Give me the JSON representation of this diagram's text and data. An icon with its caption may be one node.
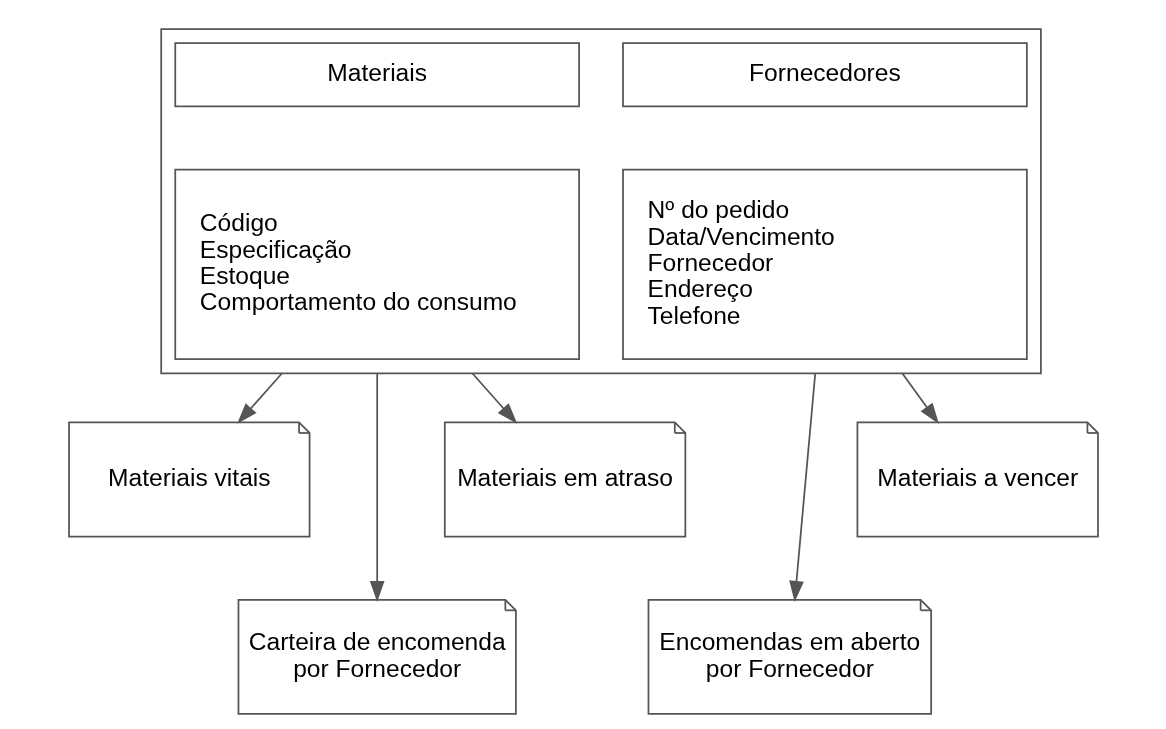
{
  "diagram": {
    "nodes": [
      {
        "text": [],
        "shape": "box"
      },
      {
        "text": [
          "Materiais"
        ],
        "in": 0
      },
      {
        "text": [
          "Código",
          "Especificação",
          "Estoque",
          "Comportamento do consumo"
        ],
        "in": 0
      },
      {
        "text": [
          "Fornecedores"
        ],
        "in": 0
      },
      {
        "text": [
          "Nº do pedido",
          "Data/Vencimento",
          "Fornecedor",
          "Endereço",
          "Telefone"
        ],
        "in": 0
      },
      {
        "text": [
          "Materiais vitais"
        ]
      },
      {
        "text": [
          "Carteira de encomenda por Fornecedor"
        ]
      },
      {
        "text": [
          "Materiais em atraso"
        ]
      },
      {
        "text": [
          "Encomendas em aberto por Fornecedor"
        ]
      },
      {
        "text": [
          "Materiais a vencer"
        ]
      }
    ],
    "edges": [
      {
        "from": 0,
        "to": 5,
        "arrow": "to"
      },
      {
        "from": 0,
        "to": 6,
        "arrow": "to"
      },
      {
        "from": 0,
        "to": 7,
        "arrow": "to"
      },
      {
        "from": 0,
        "to": 8,
        "arrow": "to"
      },
      {
        "from": 0,
        "to": 9,
        "arrow": "to"
      }
    ]
  }
}
